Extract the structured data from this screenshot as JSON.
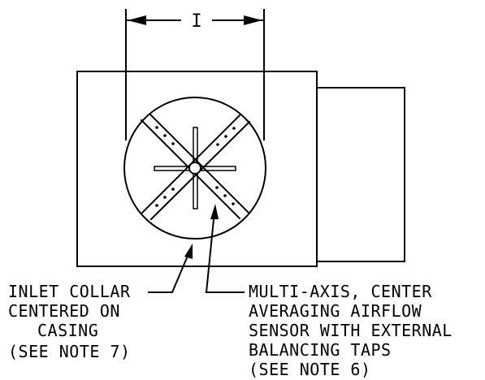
{
  "dimension": {
    "label": "I"
  },
  "callouts": {
    "inlet_collar": {
      "lines": [
        "INLET COLLAR",
        "CENTERED ON",
        "CASING",
        "(SEE NOTE 7)"
      ]
    },
    "sensor": {
      "lines": [
        "MULTI-AXIS, CENTER",
        "AVERAGING AIRFLOW",
        "SENSOR WITH EXTERNAL",
        "BALANCING TAPS",
        "(SEE NOTE 6)"
      ]
    }
  }
}
